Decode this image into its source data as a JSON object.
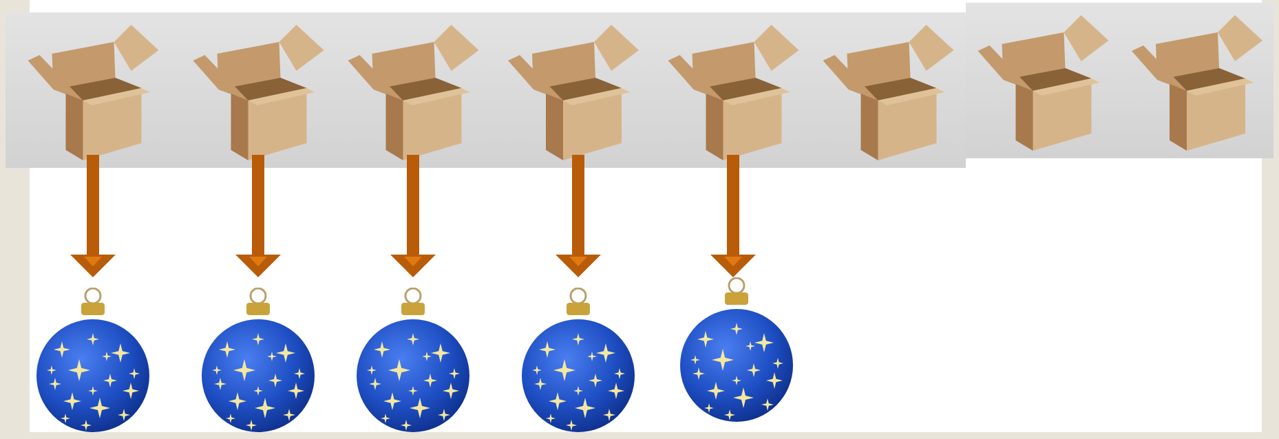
{
  "scene": {
    "boxes": [
      {
        "id": "box-1"
      },
      {
        "id": "box-2"
      },
      {
        "id": "box-3"
      },
      {
        "id": "box-4"
      },
      {
        "id": "box-5"
      },
      {
        "id": "box-6"
      },
      {
        "id": "box-7"
      },
      {
        "id": "box-8"
      }
    ],
    "arrows": [
      {
        "id": "arrow-1"
      },
      {
        "id": "arrow-2"
      },
      {
        "id": "arrow-3"
      },
      {
        "id": "arrow-4"
      },
      {
        "id": "arrow-5"
      }
    ],
    "ornaments": [
      {
        "id": "ornament-1"
      },
      {
        "id": "ornament-2"
      },
      {
        "id": "ornament-3"
      },
      {
        "id": "ornament-4"
      },
      {
        "id": "ornament-5"
      }
    ]
  },
  "colors": {
    "page_bg": "#e8e4da",
    "slide_bg": "#ffffff",
    "arrow": "#b85c0a",
    "box_light": "#d6b48a",
    "box_mid": "#c49a6c",
    "box_dark": "#a8794c",
    "ornament_blue": "#1e4fc4",
    "ornament_star": "#f4e7a0",
    "ornament_cap": "#c9a23a"
  }
}
